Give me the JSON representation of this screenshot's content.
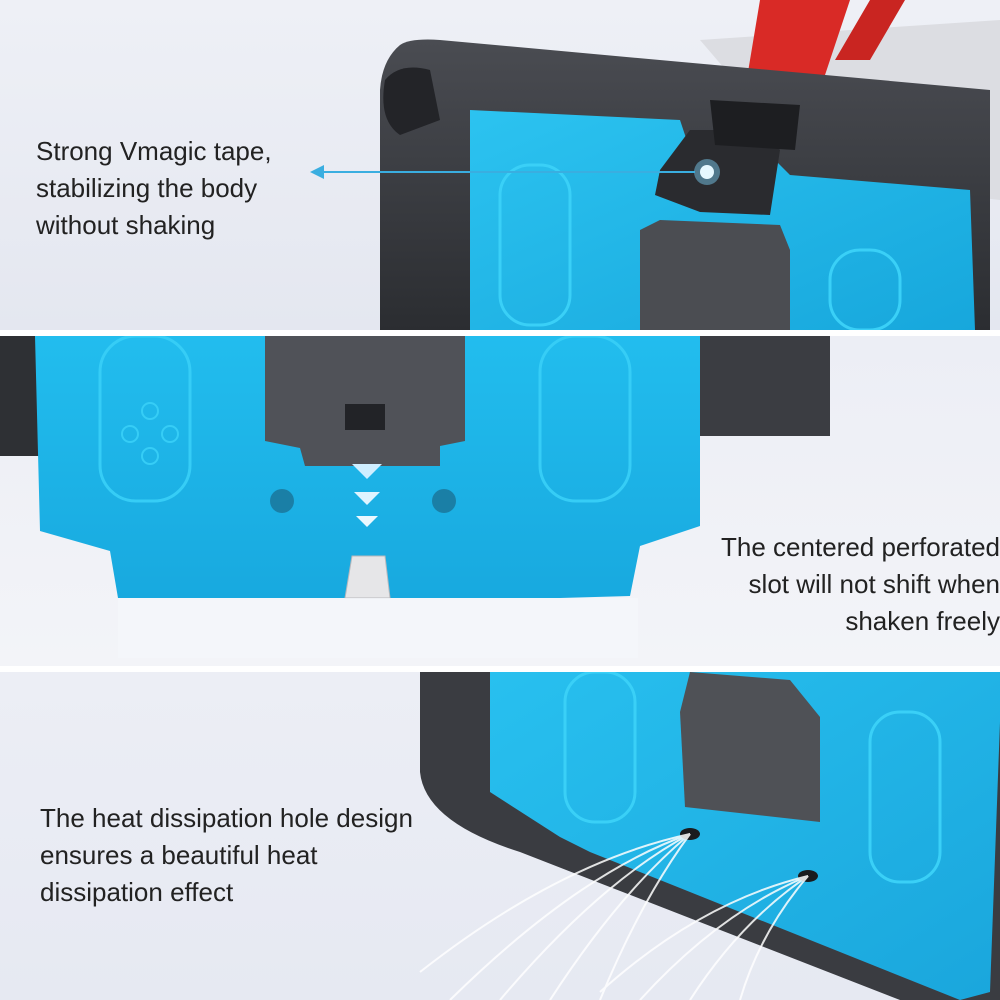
{
  "captions": {
    "tape": {
      "line1": "Strong Vmagic tape,",
      "line2": "stabilizing the body",
      "line3": "without shaking"
    },
    "slot": {
      "line1": "The centered perforated",
      "line2": "slot will not shift when",
      "line3": "shaken freely"
    },
    "heat": {
      "line1": "The heat dissipation hole design",
      "line2": "ensures a beautiful heat",
      "line3": "dissipation effect"
    }
  },
  "colors": {
    "stand_blue": "#1bb4e6",
    "console_dark": "#3a3c41",
    "strap_red": "#e0302a",
    "arrow_blue": "#3aaee0"
  }
}
